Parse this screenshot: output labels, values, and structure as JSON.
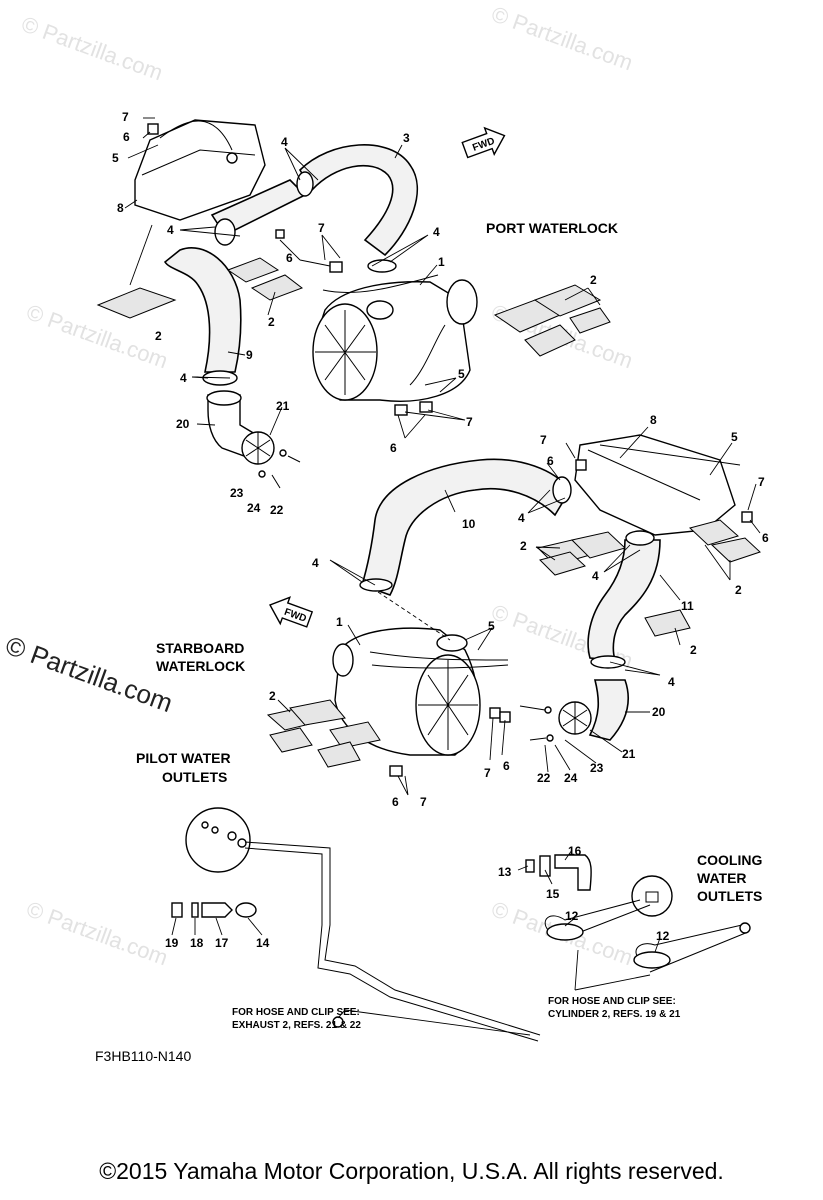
{
  "labels": {
    "port_waterlock": "PORT WATERLOCK",
    "starboard_line1": "STARBOARD",
    "starboard_line2": "WATERLOCK",
    "pilot_line1": "PILOT WATER",
    "pilot_line2": "OUTLETS",
    "cooling_line1": "COOLING",
    "cooling_line2": "WATER",
    "cooling_line3": "OUTLETS",
    "fwd": "FWD"
  },
  "notes": {
    "left_line1": "FOR HOSE AND CLIP SEE:",
    "left_line2": "EXHAUST 2, REFS. 21 & 22",
    "right_line1": "FOR HOSE AND CLIP SEE:",
    "right_line2": "CYLINDER 2, REFS. 19 & 21"
  },
  "drawing_code": "F3HB110-N140",
  "copyright": "©2015  Yamaha Motor Corporation, U.S.A. All rights reserved.",
  "watermark": "© Partzilla.com",
  "callouts": {
    "c1": "1",
    "c2": "2",
    "c3": "3",
    "c4": "4",
    "c5": "5",
    "c6": "6",
    "c7": "7",
    "c8": "8",
    "c9": "9",
    "c10": "10",
    "c11": "11",
    "c12": "12",
    "c13": "13",
    "c14": "14",
    "c15": "15",
    "c16": "16",
    "c17": "17",
    "c18": "18",
    "c19": "19",
    "c20": "20",
    "c21": "21",
    "c22": "22",
    "c23": "23",
    "c24": "24"
  }
}
